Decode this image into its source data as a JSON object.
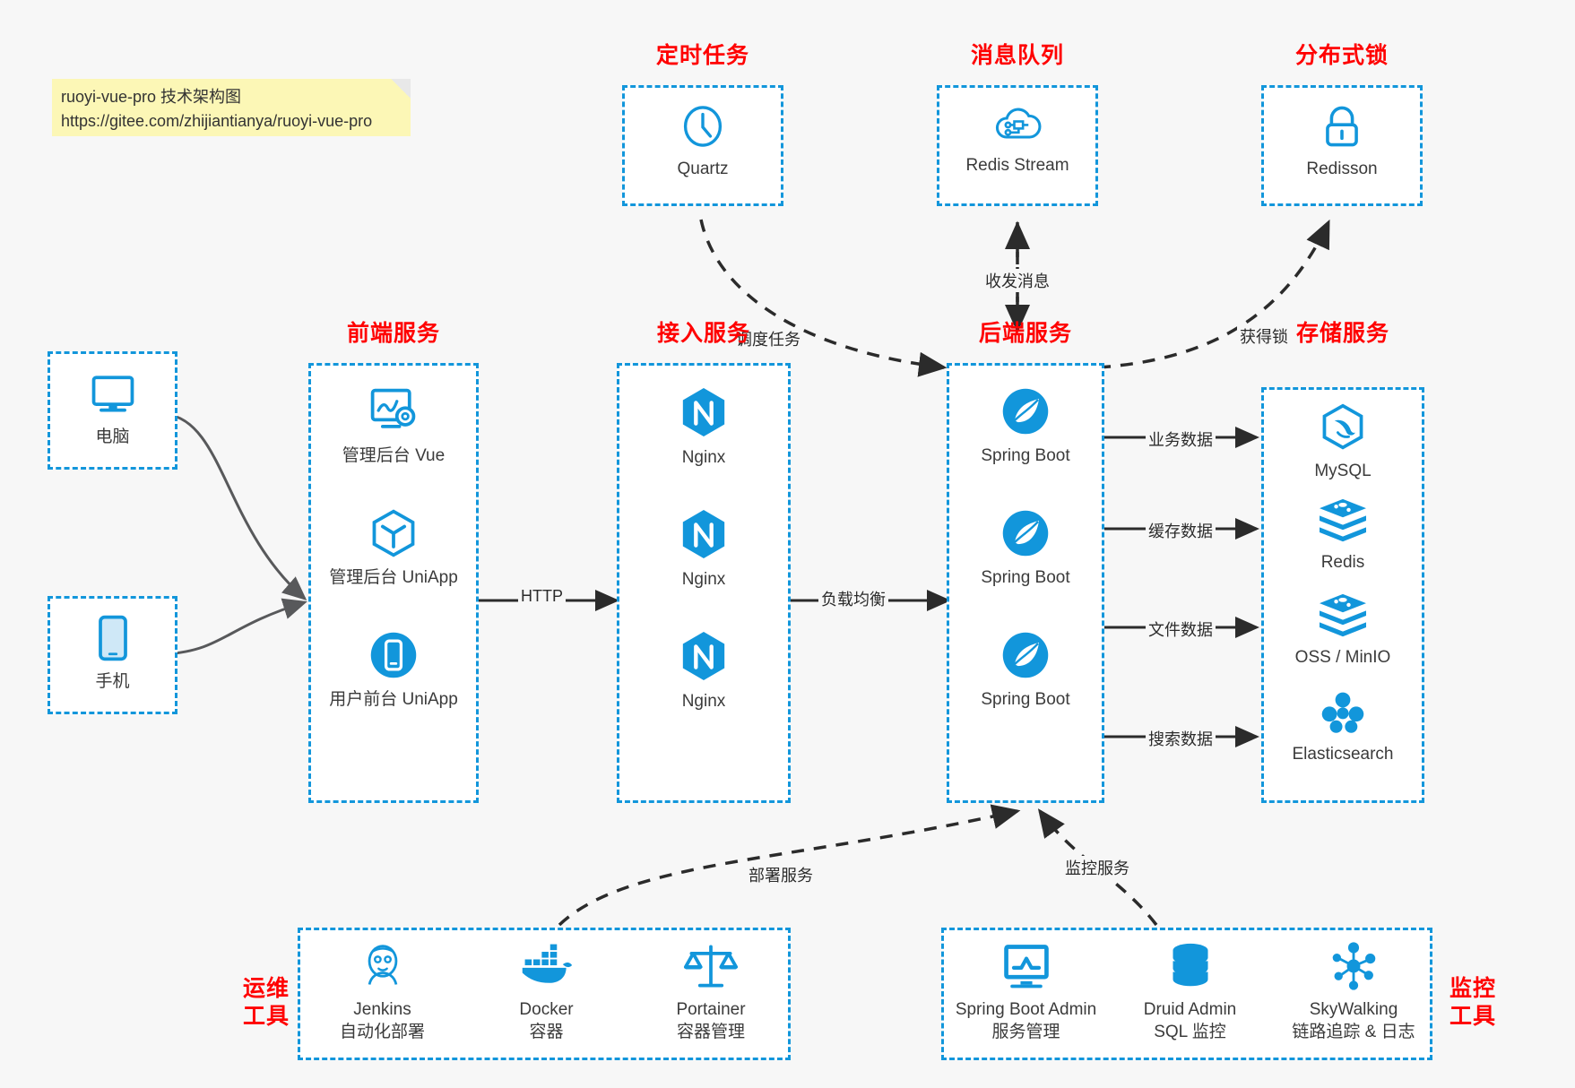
{
  "note": {
    "line1": "ruoyi-vue-pro 技术架构图",
    "line2": "https://gitee.com/zhijiantianya/ruoyi-vue-pro"
  },
  "colors": {
    "accent_blue": "#1296db",
    "title_red": "#ff0000",
    "background": "#f7f7f7",
    "note_yellow": "#fcf7b6",
    "arrow_gray": "#58595b",
    "arrow_dark": "#2b2b2b"
  },
  "sections": {
    "scheduled_task": {
      "title": "定时任务"
    },
    "message_queue": {
      "title": "消息队列"
    },
    "distributed_lock": {
      "title": "分布式锁"
    },
    "frontend": {
      "title": "前端服务"
    },
    "gateway": {
      "title": "接入服务"
    },
    "backend": {
      "title": "后端服务"
    },
    "storage": {
      "title": "存储服务"
    },
    "devops": {
      "title_line1": "运维",
      "title_line2": "工具"
    },
    "monitor": {
      "title_line1": "监控",
      "title_line2": "工具"
    }
  },
  "clients": [
    {
      "id": "pc",
      "label": "电脑",
      "icon": "monitor-icon"
    },
    {
      "id": "mobile",
      "label": "手机",
      "icon": "phone-icon"
    }
  ],
  "scheduled_task_nodes": [
    {
      "label": "Quartz",
      "icon": "clock-icon"
    }
  ],
  "message_queue_nodes": [
    {
      "label": "Redis Stream",
      "icon": "cloud-stream-icon"
    }
  ],
  "distributed_lock_nodes": [
    {
      "label": "Redisson",
      "icon": "lock-icon"
    }
  ],
  "frontend_nodes": [
    {
      "label": "管理后台 Vue",
      "icon": "dashboard-gear-icon"
    },
    {
      "label": "管理后台 UniApp",
      "icon": "cube-icon"
    },
    {
      "label": "用户前台 UniApp",
      "icon": "mobile-app-icon"
    }
  ],
  "gateway_nodes": [
    {
      "label": "Nginx",
      "icon": "nginx-icon"
    },
    {
      "label": "Nginx",
      "icon": "nginx-icon"
    },
    {
      "label": "Nginx",
      "icon": "nginx-icon"
    }
  ],
  "backend_nodes": [
    {
      "label": "Spring Boot",
      "icon": "spring-leaf-icon"
    },
    {
      "label": "Spring Boot",
      "icon": "spring-leaf-icon"
    },
    {
      "label": "Spring Boot",
      "icon": "spring-leaf-icon"
    }
  ],
  "storage_nodes": [
    {
      "label": "MySQL",
      "icon": "mysql-dolphin-icon"
    },
    {
      "label": "Redis",
      "icon": "redis-stack-icon"
    },
    {
      "label": "OSS / MinIO",
      "icon": "object-storage-icon"
    },
    {
      "label": "Elasticsearch",
      "icon": "elasticsearch-icon"
    }
  ],
  "devops_nodes": [
    {
      "label": "Jenkins",
      "sub": "自动化部署",
      "icon": "jenkins-butler-icon"
    },
    {
      "label": "Docker",
      "sub": "容器",
      "icon": "docker-whale-icon"
    },
    {
      "label": "Portainer",
      "sub": "容器管理",
      "icon": "scales-icon"
    }
  ],
  "monitor_nodes": [
    {
      "label": "Spring Boot Admin",
      "sub": "服务管理",
      "icon": "monitor-chart-icon"
    },
    {
      "label": "Druid Admin",
      "sub": "SQL 监控",
      "icon": "database-icon"
    },
    {
      "label": "SkyWalking",
      "sub": "链路追踪 & 日志",
      "icon": "network-nodes-icon"
    }
  ],
  "edges": [
    {
      "id": "http",
      "label": "HTTP"
    },
    {
      "id": "load-balance",
      "label": "负载均衡"
    },
    {
      "id": "schedule-task",
      "label": "调度任务"
    },
    {
      "id": "send-receive-message",
      "label": "收发消息"
    },
    {
      "id": "acquire-lock",
      "label": "获得锁"
    },
    {
      "id": "business-data",
      "label": "业务数据"
    },
    {
      "id": "cache-data",
      "label": "缓存数据"
    },
    {
      "id": "file-data",
      "label": "文件数据"
    },
    {
      "id": "search-data",
      "label": "搜索数据"
    },
    {
      "id": "deploy-service",
      "label": "部署服务"
    },
    {
      "id": "monitor-service",
      "label": "监控服务"
    }
  ]
}
